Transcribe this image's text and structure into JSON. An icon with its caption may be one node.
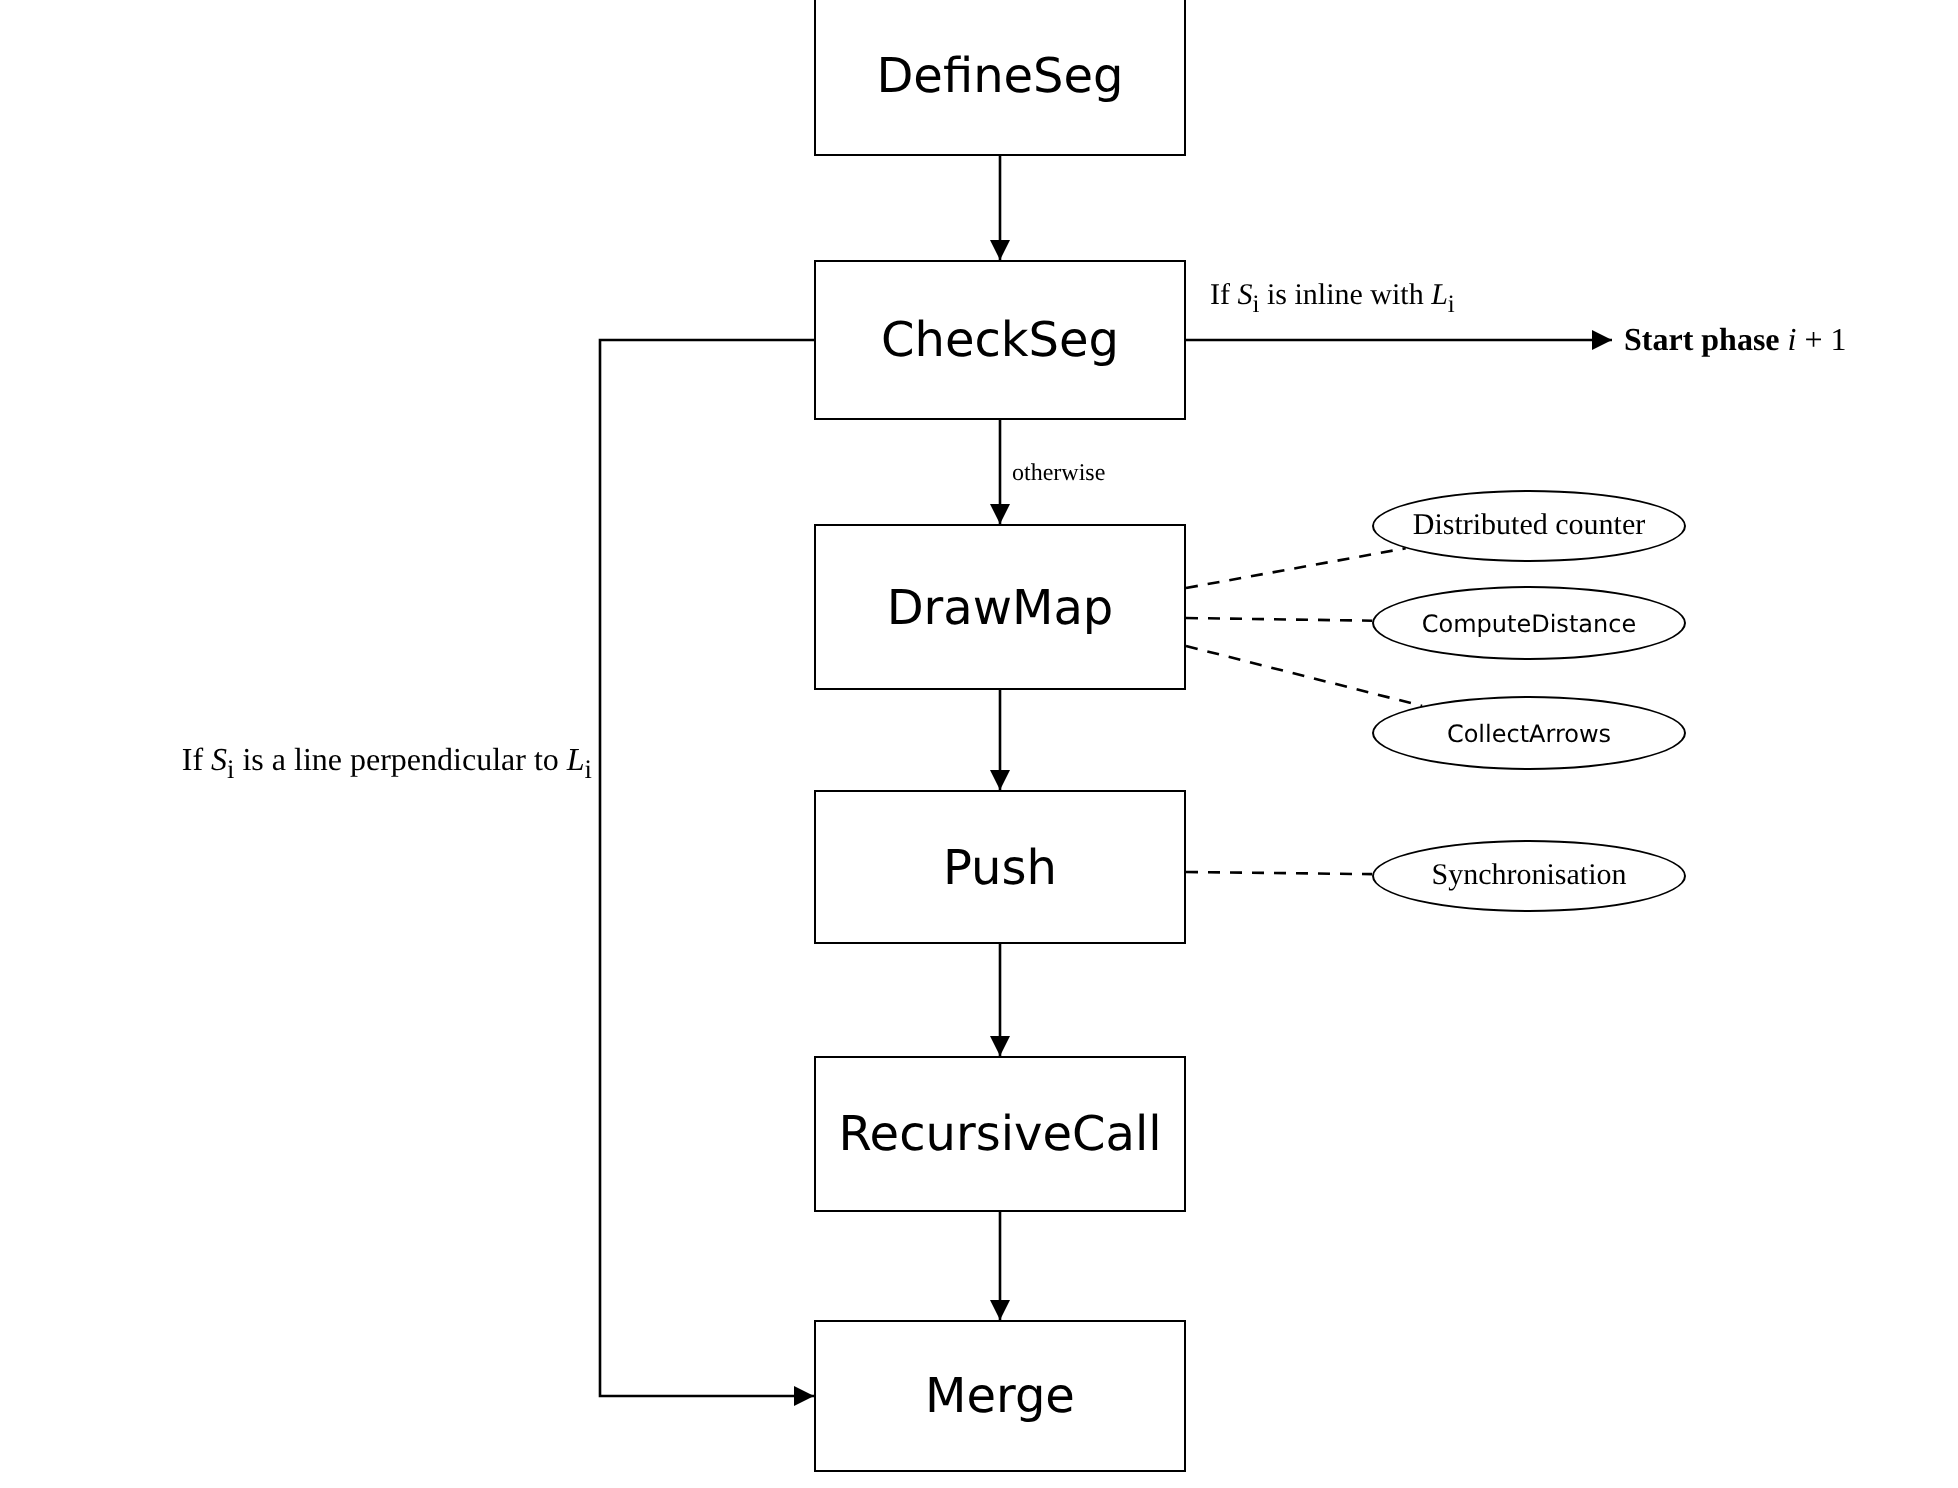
{
  "diagram": {
    "nodes": [
      {
        "text": [
          "DefineSeg"
        ]
      },
      {
        "text": [
          "CheckSeg"
        ]
      },
      {
        "text": [
          "DrawMap"
        ]
      },
      {
        "text": [
          "Push"
        ]
      },
      {
        "text": [
          "RecursiveCall"
        ]
      },
      {
        "text": [
          "Merge"
        ]
      },
      {
        "text": [
          "**Start phase** *i* + 1"
        ]
      },
      {
        "text": [
          "Distributed counter"
        ]
      },
      {
        "text": [
          "ComputeDistance"
        ]
      },
      {
        "text": [
          "CollectArrows"
        ]
      },
      {
        "text": [
          "Synchronisation"
        ]
      }
    ],
    "edges": [
      {
        "from": 0,
        "to": 1,
        "arrow": "to"
      },
      {
        "from": 1,
        "to": 6,
        "arrow": "to",
        "label": "If *S*$_{i}$ is inline with *L*$_{i}$"
      },
      {
        "from": 1,
        "to": 2,
        "arrow": "to",
        "label": "otherwise"
      },
      {
        "from": 2,
        "to": 3,
        "arrow": "to"
      },
      {
        "from": 3,
        "to": 4,
        "arrow": "to"
      },
      {
        "from": 4,
        "to": 5,
        "arrow": "to"
      },
      {
        "from": 1,
        "to": 5,
        "arrow": "to",
        "label": "If *S*$_{i}$ is a line perpendicular to *L*$_{i}$"
      },
      {
        "from": 2,
        "to": 7,
        "arrow": "none",
        "style": "dashed"
      },
      {
        "from": 2,
        "to": 8,
        "arrow": "none",
        "style": "dashed"
      },
      {
        "from": 2,
        "to": 9,
        "arrow": "none",
        "style": "dashed"
      },
      {
        "from": 3,
        "to": 10,
        "arrow": "none",
        "style": "dashed"
      }
    ]
  }
}
